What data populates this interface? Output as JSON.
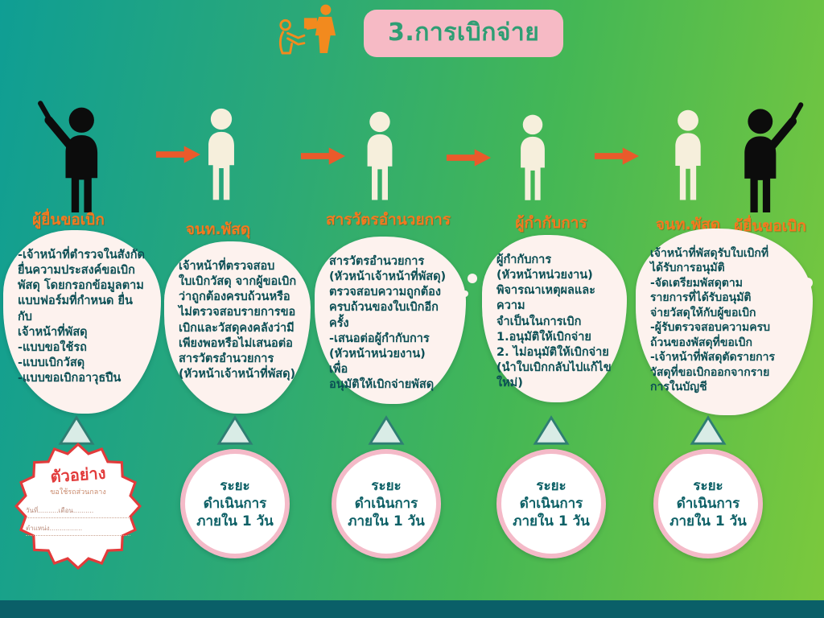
{
  "title": "3.การเบิกจ่าย",
  "stages": [
    {
      "label": "ผู้ยื่นขอเบิก"
    },
    {
      "label": "จนท.พัสดุ"
    },
    {
      "label": "สารวัตรอำนวยการ"
    },
    {
      "label": "ผู้กำกับการ"
    },
    {
      "label": "จนท.พัสดุ"
    },
    {
      "label": "ผู้ยื่นขอเบิก"
    }
  ],
  "bubbles": [
    {
      "text": "-เจ้าหน้าที่ตำรวจในสังกัด\nยื่นความประสงค์ขอเบิก\nพัสดุ โดยกรอกข้อมูลตาม\nแบบฟอร์มที่กำหนด ยื่น\nกับ\nเจ้าหน้าที่พัสดุ\n-แบบขอใช้รถ\n-แบบเบิกวัสดุ\n-แบบขอเบิกอาวุธปืน"
    },
    {
      "text": "เจ้าหน้าที่ตรวจสอบ\nใบเบิกวัสดุ จากผู้ขอเบิก\nว่าถูกต้องครบถ้วนหรือ\nไม่ตรวจสอบรายการขอ\nเบิกและวัสดุคงคลังว่ามี\nเพียงพอหรือไม่เสนอต่อ\nสารวัตรอำนวยการ\n(หัวหน้าเจ้าหน้าที่พัสดุ)"
    },
    {
      "text": "สารวัตรอำนวยการ\n(หัวหน้าเจ้าหน้าที่พัสดุ)\nตรวจสอบความถูกต้อง\nครบถ้วนของใบเบิกอีก\nครั้ง\n-เสนอต่อผู้กำกับการ\n(หัวหน้าหน่วยงาน)\nเพื่อ\nอนุมัติให้เบิกจ่ายพัสดุ"
    },
    {
      "text": "ผู้กำกับการ\n(หัวหน้าหน่วยงาน)\nพิจารณาเหตุผลและความ\nจำเป็นในการเบิก\n1.อนุมัติให้เบิกจ่าย\n2. ไม่อนุมัติให้เบิกจ่าย\n(นำใบเบิกกลับไปแก้ไข\nใหม่)"
    },
    {
      "text": "เจ้าหน้าที่พัสดุรับใบเบิกที่\nได้รับการอนุมัติ\n-จัดเตรียมพัสดุตาม\nรายการที่ได้รับอนุมัติ\nจ่ายวัสดุให้กับผู้ขอเบิก\n-ผู้รับตรวจสอบความครบ\nถ้วนของพัสดุที่ขอเบิก\n-เจ้าหน้าที่พัสดุตัดรายการ\nวัสดุที่ขอเบิกออกจากราย\nการในบัญชี"
    }
  ],
  "duration": "ระยะ\nดำเนินการ\nภายใน 1 วัน",
  "sample_form": {
    "watermark": "ตัวอย่าง",
    "doc_title": "ขอใช้รถส่วนกลาง",
    "line_date": "วันที่..........เดือน..........",
    "line_position": "ตำแหน่ง................"
  },
  "icons": {
    "header": "delivery-handoff-icon",
    "figure_black": "person-presenter-icon",
    "figure_cream": "person-icon",
    "arrow": "flow-arrow-icon",
    "triangle": "up-triangle-icon"
  },
  "colors": {
    "bg_left": "#0f9e94",
    "bg_right": "#7cc93c",
    "footer": "#0a5f68",
    "accent_orange": "#ea5a2b",
    "label_orange": "#f4791f",
    "badge_pink": "#f6bac5",
    "badge_text": "#2f9e74",
    "bubble_bg": "#fdf2ee",
    "bubble_text": "#0c4f55",
    "figure_cream": "#f6efdc",
    "figure_black": "#0c0c0c",
    "circle_border": "#f4bac8",
    "circle_text": "#0d6066",
    "sample_red": "#e23b3b",
    "triangle_stroke": "#2f7e73"
  }
}
